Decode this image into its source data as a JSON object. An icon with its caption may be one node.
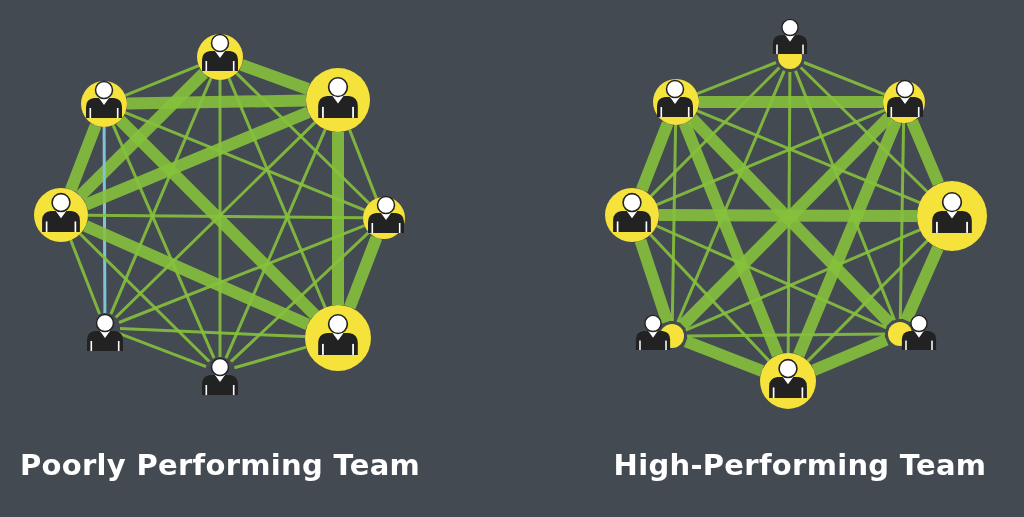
{
  "diagram": {
    "nodes": [
      {
        "text": [],
        "shape": "person"
      },
      {
        "text": [],
        "shape": "person"
      },
      {
        "text": [],
        "shape": "person"
      },
      {
        "text": [],
        "shape": "person"
      },
      {
        "text": [],
        "shape": "person"
      },
      {
        "text": [],
        "shape": "person"
      },
      {
        "text": [],
        "shape": "person"
      },
      {
        "text": [],
        "shape": "person"
      },
      {
        "text": [],
        "shape": "person"
      },
      {
        "text": [],
        "shape": "person"
      },
      {
        "text": [],
        "shape": "person"
      },
      {
        "text": [],
        "shape": "person"
      },
      {
        "text": [],
        "shape": "person"
      },
      {
        "text": [],
        "shape": "person"
      },
      {
        "text": [],
        "shape": "person"
      },
      {
        "text": [],
        "shape": "person"
      }
    ],
    "edges": [
      {
        "from": 0,
        "to": 1,
        "arrow": "none"
      },
      {
        "from": 0,
        "to": 2,
        "arrow": "none",
        "style": "thick"
      },
      {
        "from": 0,
        "to": 3,
        "arrow": "none",
        "style": "thick"
      },
      {
        "from": 0,
        "to": 4,
        "arrow": "none"
      },
      {
        "from": 0,
        "to": 5,
        "arrow": "none"
      },
      {
        "from": 0,
        "to": 6,
        "arrow": "none"
      },
      {
        "from": 0,
        "to": 7,
        "arrow": "none"
      },
      {
        "from": 1,
        "to": 2,
        "arrow": "none",
        "style": "thick"
      },
      {
        "from": 1,
        "to": 3,
        "arrow": "none",
        "style": "thick"
      },
      {
        "from": 1,
        "to": 4,
        "arrow": "none"
      },
      {
        "from": 1,
        "to": 5,
        "arrow": "none",
        "color": "#7fc3d6"
      },
      {
        "from": 1,
        "to": 6,
        "arrow": "none",
        "style": "thick"
      },
      {
        "from": 1,
        "to": 7,
        "arrow": "none"
      },
      {
        "from": 2,
        "to": 3,
        "arrow": "none",
        "style": "thick"
      },
      {
        "from": 2,
        "to": 4,
        "arrow": "none"
      },
      {
        "from": 2,
        "to": 5,
        "arrow": "none"
      },
      {
        "from": 2,
        "to": 6,
        "arrow": "none",
        "style": "thick"
      },
      {
        "from": 2,
        "to": 7,
        "arrow": "none"
      },
      {
        "from": 3,
        "to": 4,
        "arrow": "none"
      },
      {
        "from": 3,
        "to": 5,
        "arrow": "none"
      },
      {
        "from": 3,
        "to": 6,
        "arrow": "none",
        "style": "thick"
      },
      {
        "from": 3,
        "to": 7,
        "arrow": "none"
      },
      {
        "from": 4,
        "to": 5,
        "arrow": "none"
      },
      {
        "from": 4,
        "to": 6,
        "arrow": "none",
        "style": "thick"
      },
      {
        "from": 4,
        "to": 7,
        "arrow": "none"
      },
      {
        "from": 5,
        "to": 6,
        "arrow": "none"
      },
      {
        "from": 5,
        "to": 7,
        "arrow": "none"
      },
      {
        "from": 6,
        "to": 7,
        "arrow": "none"
      },
      {
        "from": 8,
        "to": 9,
        "arrow": "none"
      },
      {
        "from": 8,
        "to": 10,
        "arrow": "none"
      },
      {
        "from": 8,
        "to": 11,
        "arrow": "none"
      },
      {
        "from": 8,
        "to": 12,
        "arrow": "none"
      },
      {
        "from": 8,
        "to": 13,
        "arrow": "none"
      },
      {
        "from": 8,
        "to": 14,
        "arrow": "none"
      },
      {
        "from": 8,
        "to": 15,
        "arrow": "none"
      },
      {
        "from": 9,
        "to": 10,
        "arrow": "none",
        "style": "thick"
      },
      {
        "from": 9,
        "to": 11,
        "arrow": "none",
        "style": "thick"
      },
      {
        "from": 9,
        "to": 12,
        "arrow": "none"
      },
      {
        "from": 9,
        "to": 13,
        "arrow": "none"
      },
      {
        "from": 9,
        "to": 14,
        "arrow": "none",
        "style": "thick"
      },
      {
        "from": 9,
        "to": 15,
        "arrow": "none",
        "style": "thick"
      },
      {
        "from": 10,
        "to": 11,
        "arrow": "none"
      },
      {
        "from": 10,
        "to": 12,
        "arrow": "none",
        "style": "thick"
      },
      {
        "from": 10,
        "to": 13,
        "arrow": "none",
        "style": "thick"
      },
      {
        "from": 10,
        "to": 14,
        "arrow": "none"
      },
      {
        "from": 10,
        "to": 15,
        "arrow": "none",
        "style": "thick"
      },
      {
        "from": 11,
        "to": 12,
        "arrow": "none",
        "style": "thick"
      },
      {
        "from": 11,
        "to": 13,
        "arrow": "none",
        "style": "thick"
      },
      {
        "from": 11,
        "to": 14,
        "arrow": "none"
      },
      {
        "from": 11,
        "to": 15,
        "arrow": "none"
      },
      {
        "from": 12,
        "to": 13,
        "arrow": "none"
      },
      {
        "from": 12,
        "to": 14,
        "arrow": "none",
        "style": "thick"
      },
      {
        "from": 12,
        "to": 15,
        "arrow": "none"
      },
      {
        "from": 13,
        "to": 14,
        "arrow": "none"
      },
      {
        "from": 13,
        "to": 15,
        "arrow": "none",
        "style": "thick"
      },
      {
        "from": 14,
        "to": 15,
        "arrow": "none",
        "style": "thick"
      }
    ],
    "labels": [
      "Poorly Performing Team",
      "High-Performing Team"
    ]
  }
}
